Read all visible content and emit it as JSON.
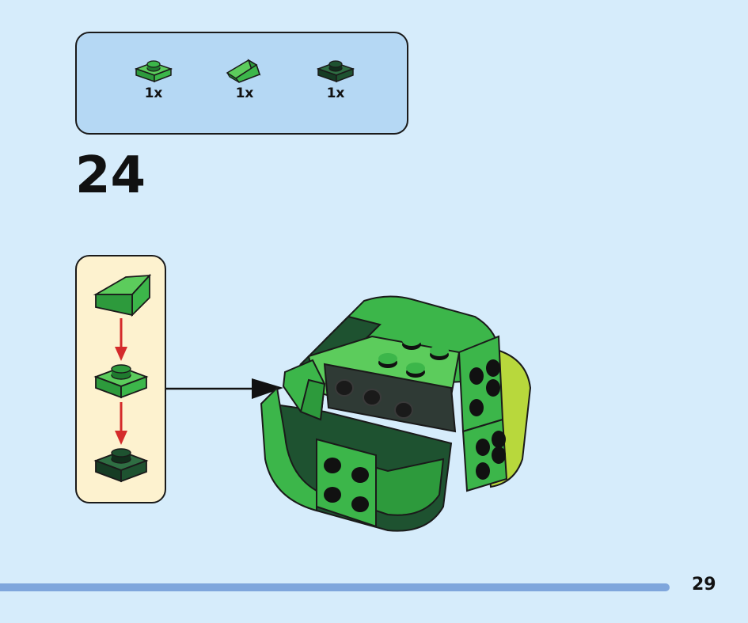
{
  "parts_list": [
    {
      "icon": "green-plate-1x1-icon",
      "qty": "1x"
    },
    {
      "icon": "green-slope-brick-icon",
      "qty": "1x"
    },
    {
      "icon": "dark-green-plate-1x1-icon",
      "qty": "1x"
    }
  ],
  "step": {
    "number": "24"
  },
  "subassembly": {
    "pieces": [
      "green-slope-brick",
      "green-plate-1x1",
      "dark-green-plate-1x1"
    ]
  },
  "colors": {
    "background": "#d6ecfb",
    "parts_box": "#b5d8f4",
    "subassembly_box": "#fdf2cf",
    "bright_green": "#3cb64a",
    "dark_green": "#1e5230",
    "lime": "#b8d83c",
    "arrow_red": "#d42b2b",
    "progress": "#7fa6dc"
  },
  "page": {
    "number": "29"
  }
}
